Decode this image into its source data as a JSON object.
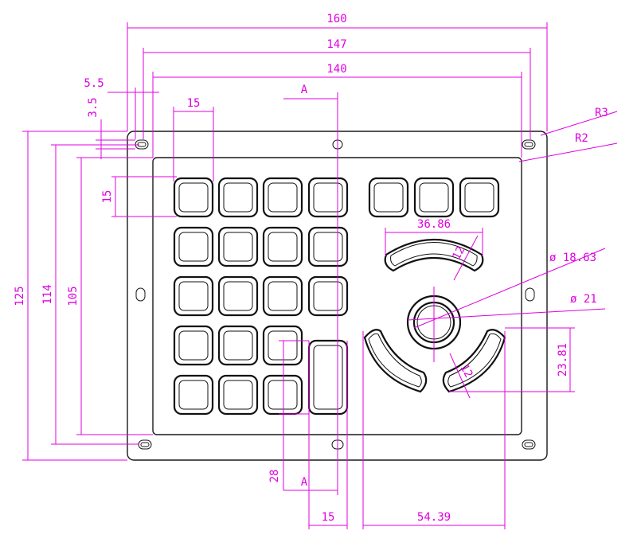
{
  "dimensions": {
    "overall_width": "160",
    "hole_spacing_x": "147",
    "window_width": "140",
    "edge_offset_x": "5.5",
    "edge_offset_y": "3.5",
    "key_width": "15",
    "key_height": "15",
    "overall_height": "125",
    "hole_spacing_y": "114",
    "window_height": "105",
    "outer_corner_radius": "R3",
    "inner_corner_radius": "R2",
    "arc_span": "36.86",
    "arc_width_top": "12",
    "arc_width_right": "12",
    "center_diameter": "ø 18.63",
    "ring_diameter": "ø 21",
    "arc_height": "23.81",
    "tall_key_height": "28",
    "tall_key_width": "15",
    "arc_group_width": "54.39"
  },
  "section": {
    "top_label": "A",
    "bottom_label": "A"
  },
  "colors": {
    "outline": "#1a1a1a",
    "dimension": "#e000e0"
  }
}
